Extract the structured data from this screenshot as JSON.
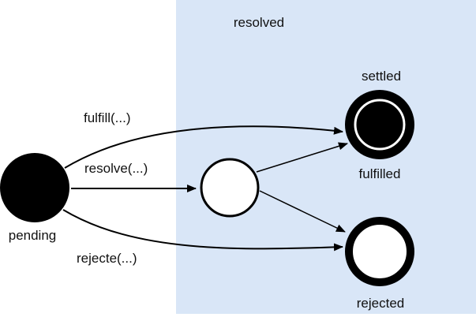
{
  "diagram": {
    "type": "state-diagram",
    "colors": {
      "region_fill": "#d9e6f7",
      "background": "#ffffff",
      "stroke": "#000000",
      "node_dark": "#000000",
      "node_light": "#ffffff"
    },
    "region": {
      "label": "resolved"
    },
    "group_label": "settled",
    "nodes": [
      {
        "id": "pending",
        "label": "pending",
        "style": "filled-dark"
      },
      {
        "id": "resolved",
        "label": "",
        "style": "outlined"
      },
      {
        "id": "fulfilled",
        "label": "fulfilled",
        "style": "final-dark"
      },
      {
        "id": "rejected",
        "label": "rejected",
        "style": "final-light"
      }
    ],
    "edges": [
      {
        "from": "pending",
        "to": "fulfilled",
        "label": "fulfill(...)"
      },
      {
        "from": "pending",
        "to": "resolved",
        "label": "resolve(...)"
      },
      {
        "from": "pending",
        "to": "rejected",
        "label": "rejecte(...)"
      },
      {
        "from": "resolved",
        "to": "fulfilled",
        "label": ""
      },
      {
        "from": "resolved",
        "to": "rejected",
        "label": ""
      }
    ]
  }
}
